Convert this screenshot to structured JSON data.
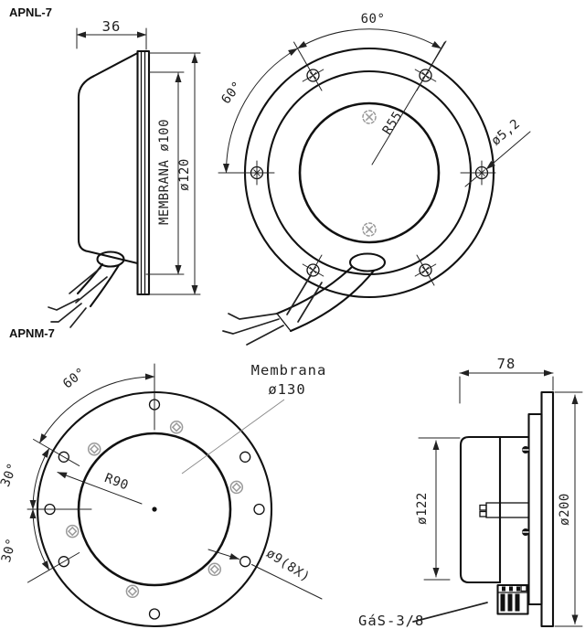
{
  "page": {
    "background": "#ffffff",
    "line_color": "#111111",
    "dim_color": "#222222",
    "screw_color": "#9a9a9a",
    "leader_color": "#888888"
  },
  "apnl7": {
    "title": "APNL-7",
    "side_view": {
      "depth_dim": "36",
      "membrane_dim": "MEMBRANA ø100",
      "flange_dim": "ø120"
    },
    "front_view": {
      "angle_top": "60°",
      "angle_left": "60°",
      "bolt_circle_radius": "R55",
      "hole_diameter": "ø5,2"
    }
  },
  "apnm7": {
    "title": "APNM-7",
    "front_view": {
      "angle_60": "60°",
      "angle_30_upper": "30°",
      "angle_30_lower": "30°",
      "bolt_circle_radius": "R90",
      "membrane_label_line1": "Membrana",
      "membrane_label_line2": "ø130",
      "holes_label": "ø9(8X)"
    },
    "side_view": {
      "depth_dim": "78",
      "basket_diameter": "ø122",
      "flange_diameter": "ø200",
      "thread_label": "GáS-3/8"
    }
  }
}
